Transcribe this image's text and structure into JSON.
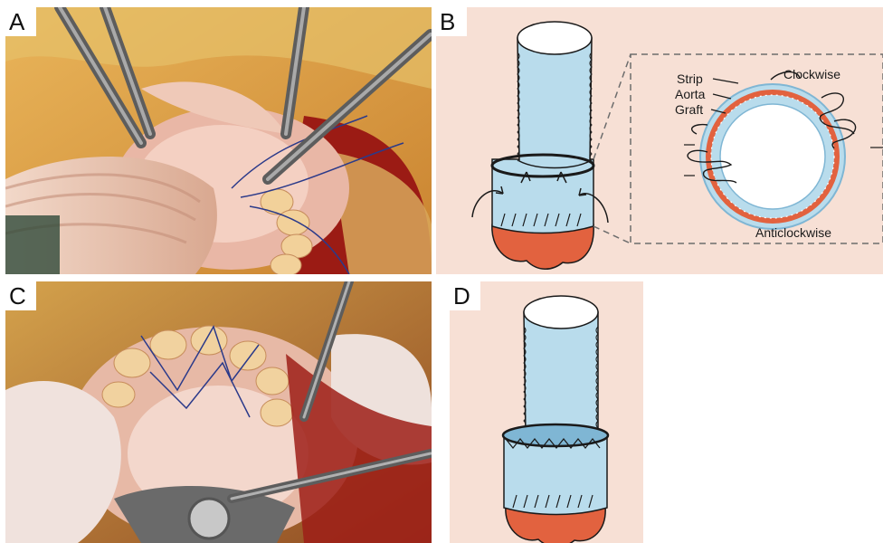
{
  "figure": {
    "panels": [
      {
        "letter": "A",
        "kind": "surgical-photo"
      },
      {
        "letter": "B",
        "kind": "schematic"
      },
      {
        "letter": "C",
        "kind": "surgical-photo"
      },
      {
        "letter": "D",
        "kind": "schematic"
      }
    ],
    "inset_labels": {
      "clockwise": "Clockwise",
      "anticlockwise": "Anticlockwise",
      "strip": "Strip",
      "aorta": "Aorta",
      "graft": "Graft"
    },
    "colors": {
      "background": "#f7e0d5",
      "graft": "#b9dcec",
      "aorta": "#e2623f",
      "strip": "#7fb6d4",
      "outline": "#1a1a1a",
      "tissue": "#e8a98e"
    }
  }
}
